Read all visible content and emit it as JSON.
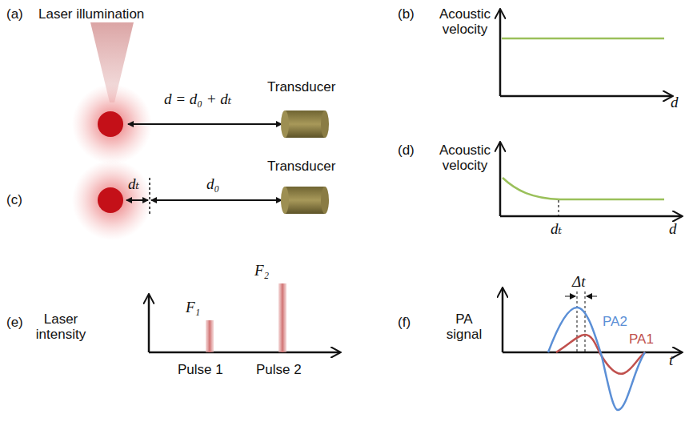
{
  "diagram": {
    "labels": [
      "(a)",
      "Laser illumination",
      "d = d₀ + dₜ",
      "Transducer",
      "(b)",
      "Acoustic velocity",
      "d",
      "(d)",
      "Acoustic velocity",
      "dₜ",
      "d",
      "(c)",
      "dₜ",
      "d₀",
      "Transducer",
      "(e)",
      "Laser intensity",
      "F₁",
      "F₂",
      "Pulse 1",
      "Pulse 2",
      "(f)",
      "PA signal",
      "Δt",
      "PA2",
      "PA1",
      "t"
    ]
  }
}
